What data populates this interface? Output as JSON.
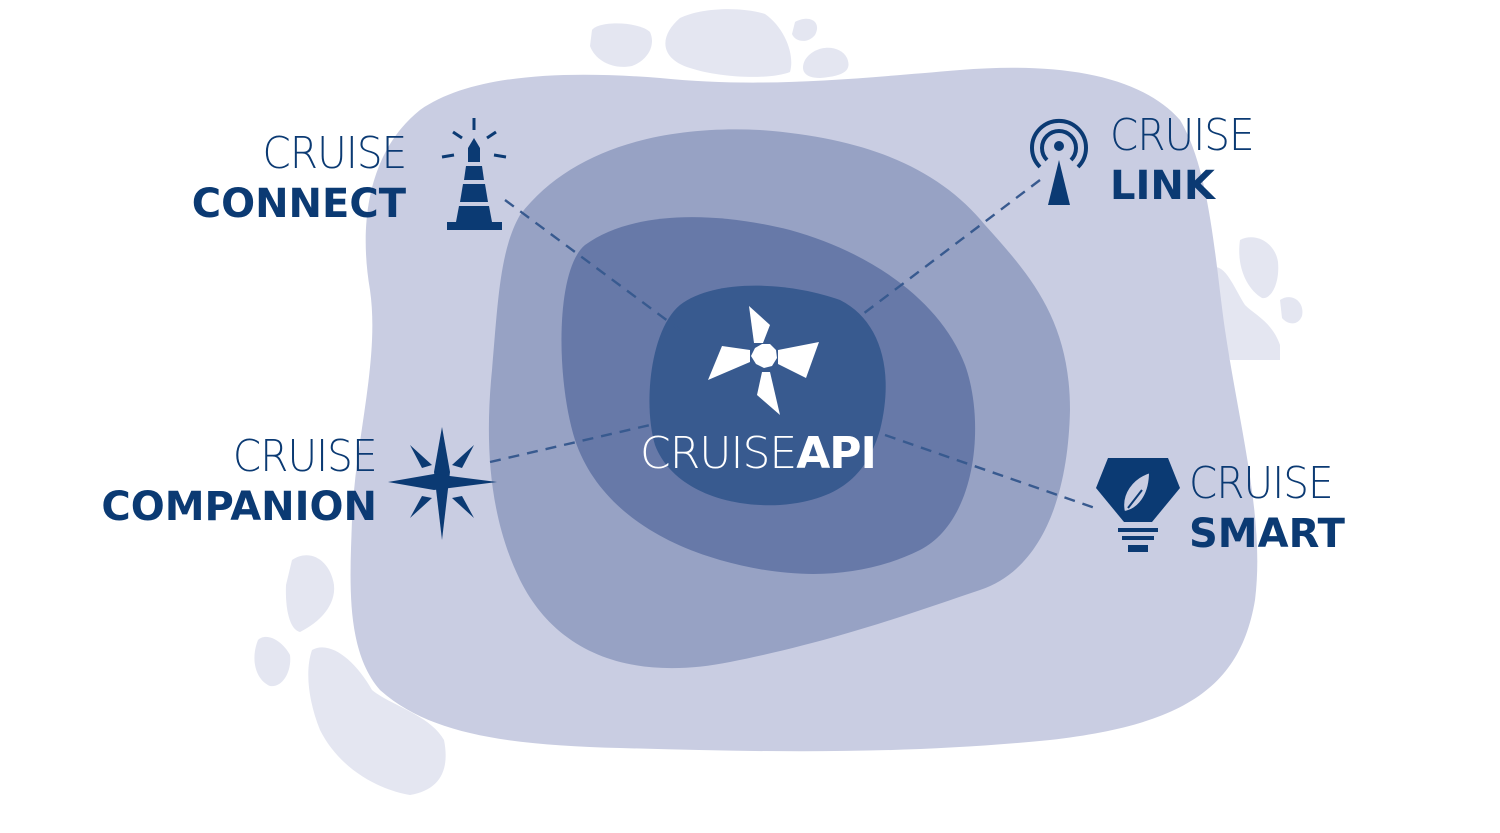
{
  "colors": {
    "pebble": "#e4e6f1",
    "outer_blob": "#c9cde2",
    "middle_blob": "#97a2c4",
    "inner_blob": "#6779a8",
    "core_blob": "#385a8f",
    "text_dark": "#0b3a73",
    "connector": "#385a8f",
    "white": "#ffffff"
  },
  "center": {
    "logo_icon": "turbine-icon",
    "title_light": "CRUISE",
    "title_bold": "API"
  },
  "products": [
    {
      "id": "connect",
      "line1": "CRUISE",
      "line2": "CONNECT",
      "icon": "lighthouse-icon"
    },
    {
      "id": "link",
      "line1": "CRUISE",
      "line2": "LINK",
      "icon": "antenna-icon"
    },
    {
      "id": "companion",
      "line1": "CRUISE",
      "line2": "COMPANION",
      "icon": "compass-star-icon"
    },
    {
      "id": "smart",
      "line1": "CRUISE",
      "line2": "SMART",
      "icon": "leaf-bulb-icon"
    }
  ]
}
